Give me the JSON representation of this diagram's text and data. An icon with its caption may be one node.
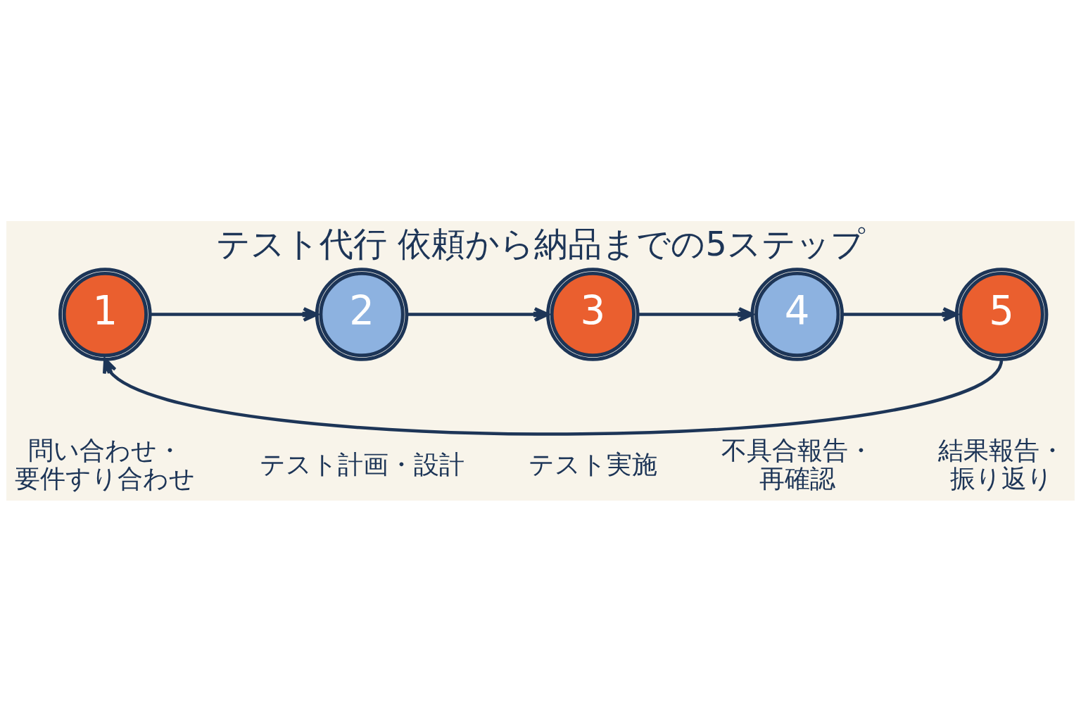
{
  "diagram": {
    "title": "テスト代行 依頼から納品までの5ステップ",
    "nodes": [
      {
        "text": [
          "1"
        ],
        "beside": [
          "問い合わせ・要件すり合わせ"
        ]
      },
      {
        "text": [
          "2"
        ],
        "beside": [
          "テスト計画・設計"
        ]
      },
      {
        "text": [
          "3"
        ],
        "beside": [
          "テスト実施"
        ]
      },
      {
        "text": [
          "4"
        ],
        "beside": [
          "不具合報告・再確認"
        ]
      },
      {
        "text": [
          "5"
        ],
        "beside": [
          "結果報告・振り返り"
        ]
      }
    ],
    "edges": [
      {
        "from": 0,
        "to": 1,
        "arrow": "to"
      },
      {
        "from": 1,
        "to": 2,
        "arrow": "to"
      },
      {
        "from": 2,
        "to": 3,
        "arrow": "to"
      },
      {
        "from": 3,
        "to": 4,
        "arrow": "to"
      },
      {
        "from": 4,
        "to": 0,
        "arrow": "to"
      }
    ]
  }
}
